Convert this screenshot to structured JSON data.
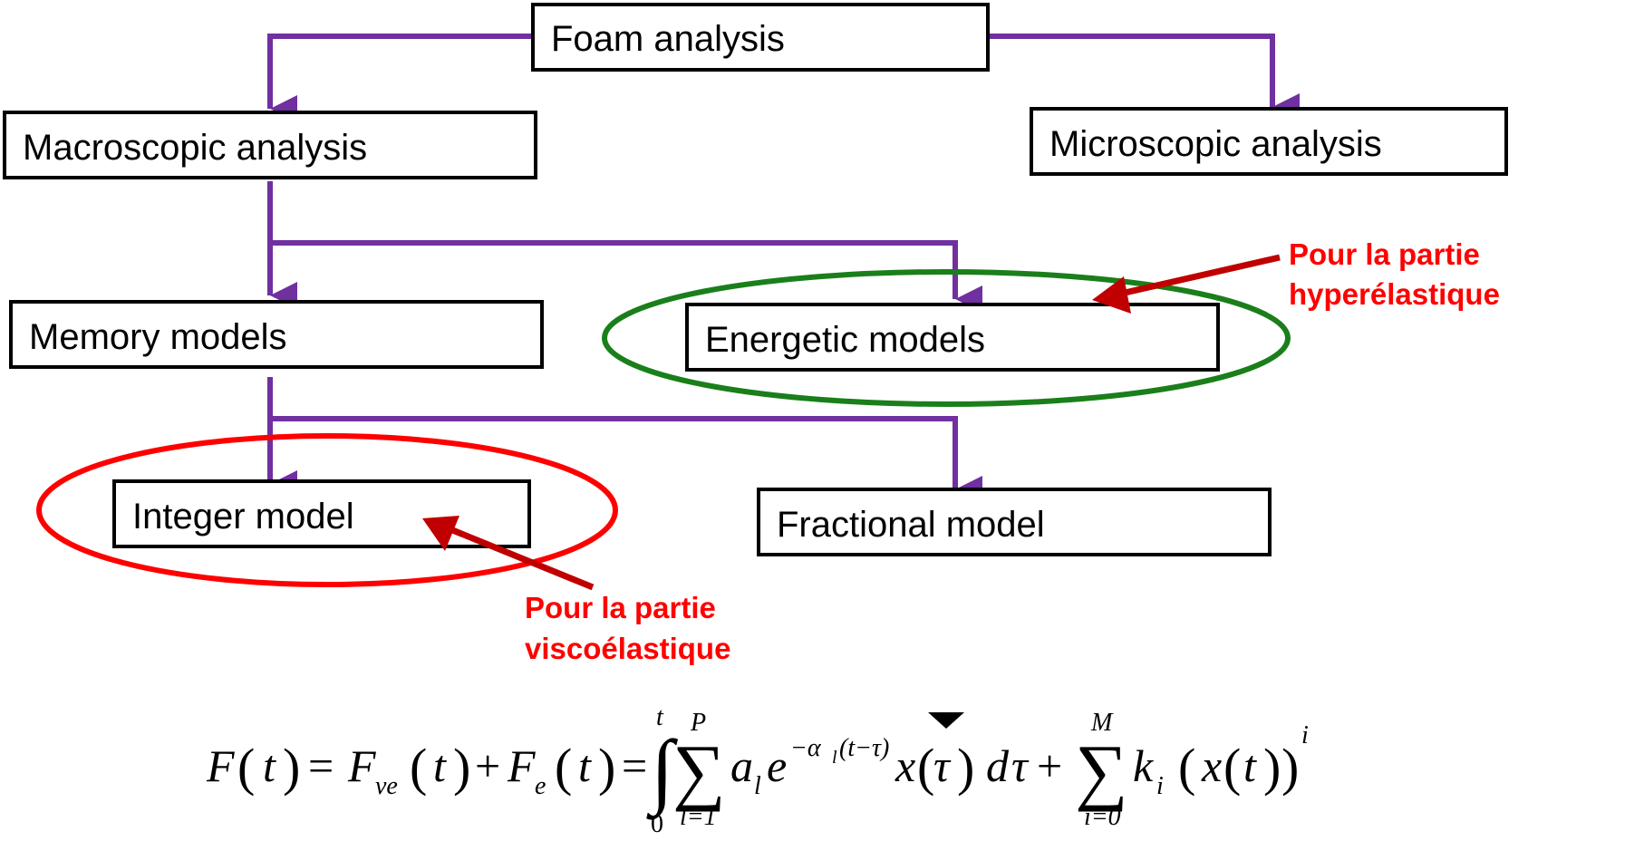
{
  "colors": {
    "connector": "#7030a0",
    "highlight_energetic": "#1a7f1a",
    "highlight_integer": "#ff0000",
    "annotation_text": "#ff0000",
    "annotation_arrow": "#c00000"
  },
  "nodes": {
    "foam_analysis": "Foam analysis",
    "macroscopic_analysis": "Macroscopic analysis",
    "microscopic_analysis": "Microscopic analysis",
    "memory_models": "Memory models",
    "energetic_models": "Energetic models",
    "integer_model": "Integer model",
    "fractional_model": "Fractional model"
  },
  "annotations": {
    "hyperelastic": [
      "Pour la partie",
      "hyperélastique"
    ],
    "viscoelastic": [
      "Pour la partie",
      "viscoélastique"
    ]
  },
  "equation": {
    "F": "F",
    "t": "t",
    "ve": "ve",
    "e": "e",
    "paren_open": "(",
    "paren_close": ")",
    "equals": "=",
    "plus": "+",
    "integral": "∫",
    "int_upper": "t",
    "int_lower": "0",
    "sum": "∑",
    "sum1_upper": "P",
    "sum1_lower": "l=1",
    "a": "a",
    "l": "l",
    "exp_base": "e",
    "exponent": "−α",
    "exp_sub": "l",
    "exp_rest": "(t−τ)",
    "x": "x",
    "tau": "τ",
    "d": "d",
    "sum2_upper": "M",
    "sum2_lower": "i=0",
    "k": "k",
    "i": "i",
    "power": "i"
  }
}
